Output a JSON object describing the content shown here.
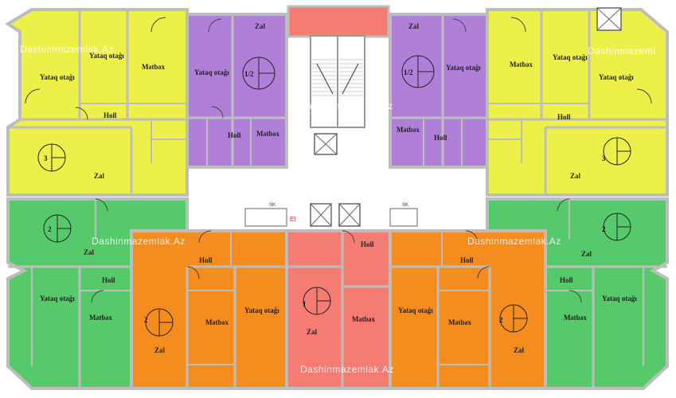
{
  "colors": {
    "yellow": "#eef04a",
    "purple": "#b07fd8",
    "green": "#56c96a",
    "orange": "#f58c1e",
    "salmon": "#f47c72",
    "wall": "#bdbdbd",
    "core": "#ffffff"
  },
  "watermark": {
    "site": "Dashinmazemlak.Az",
    "site_cut": "Dashinmazeml"
  },
  "labels": {
    "zal": "Zal",
    "yataq": "Yataq otağı",
    "metbex": "Mətbəx",
    "holl": "Holl",
    "el": "El",
    "sk": "SK"
  },
  "apartments": {
    "yellow_left": "3",
    "yellow_right": "3",
    "purple_left": "1/2",
    "purple_right": "1/2",
    "green_left": "2",
    "green_right": "2",
    "orange_left": "2",
    "orange_right": "2",
    "salmon": "1"
  }
}
